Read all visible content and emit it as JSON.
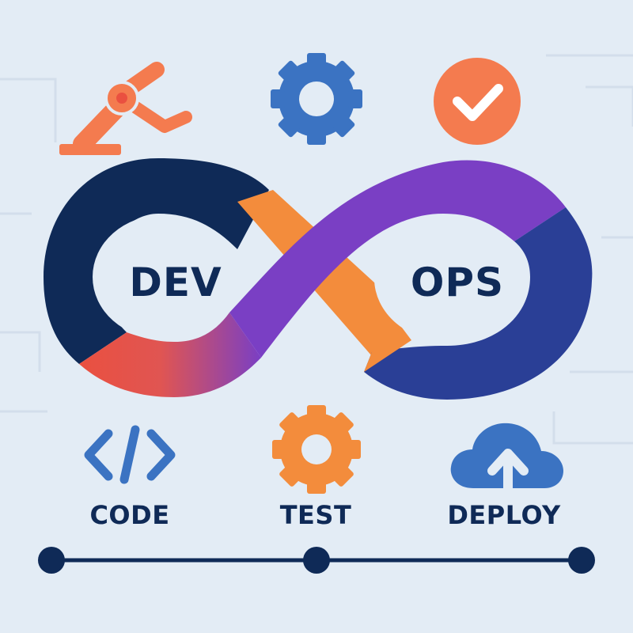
{
  "infinity": {
    "left_label": "DEV",
    "right_label": "OPS"
  },
  "steps": [
    {
      "label": "CODE",
      "icon": "code-brackets-icon"
    },
    {
      "label": "TEST",
      "icon": "gear-icon"
    },
    {
      "label": "DEPLOY",
      "icon": "cloud-upload-icon"
    }
  ],
  "top_icons": [
    "robot-arm-icon",
    "gear-icon",
    "checkmark-badge-icon"
  ],
  "colors": {
    "background": "#e3ecf5",
    "navy": "#0f2a57",
    "purple": "#7a3fc4",
    "indigo": "#2a3f96",
    "orange": "#f38c3c",
    "red": "#ea5040",
    "blue": "#3b73c2",
    "check_orange": "#f47b4f"
  }
}
